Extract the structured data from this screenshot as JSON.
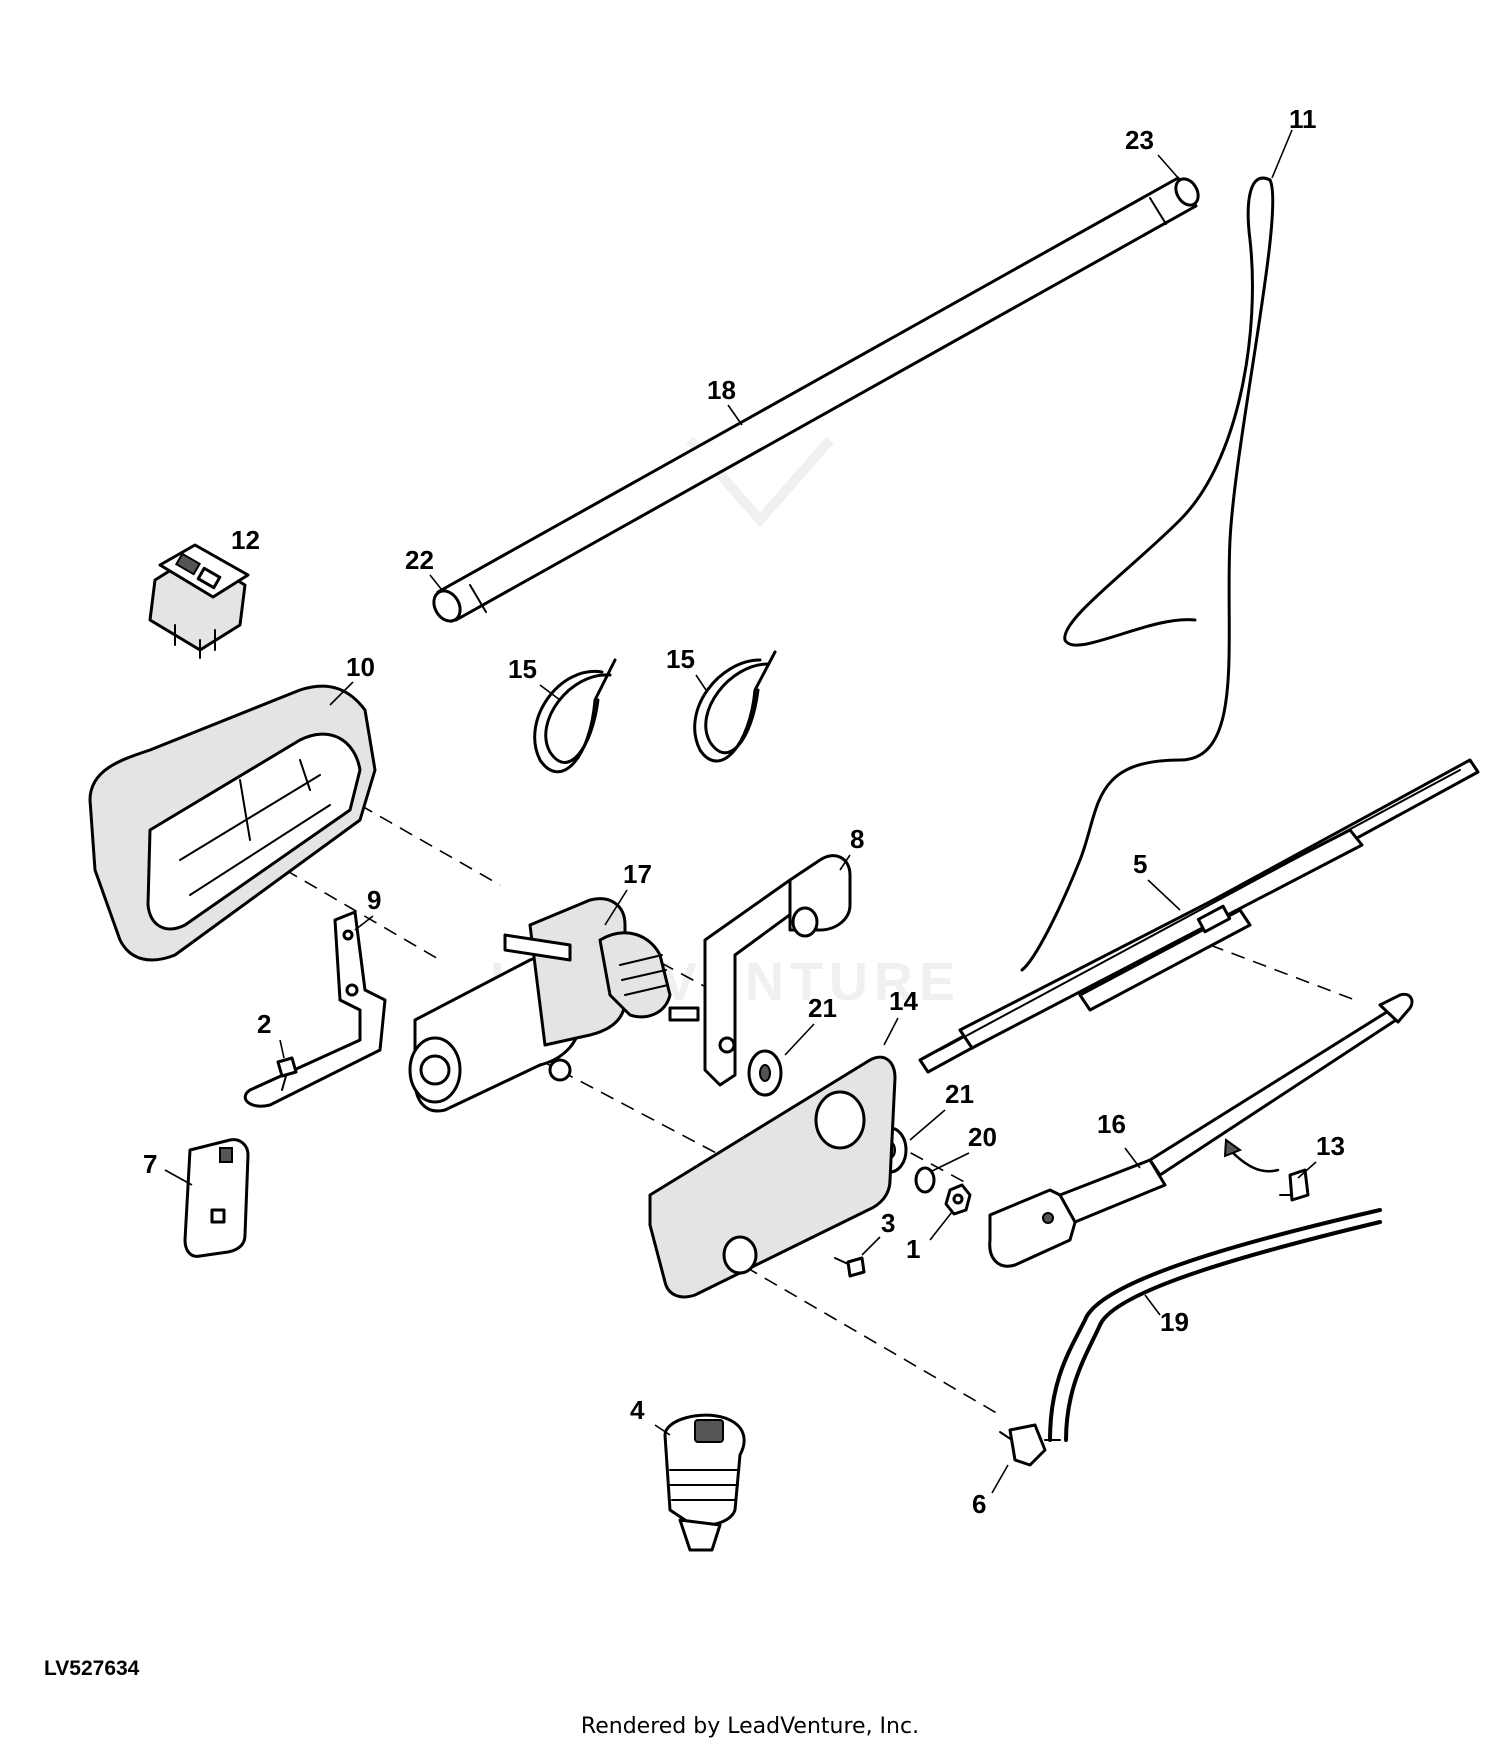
{
  "diagram": {
    "id_code": "LV527634",
    "footer": "Rendered by LeadVenture, Inc.",
    "watermark": "LEADVENTURE",
    "callouts": [
      "23",
      "11",
      "18",
      "12",
      "22",
      "15",
      "15",
      "10",
      "8",
      "9",
      "17",
      "5",
      "21",
      "14",
      "2",
      "21",
      "20",
      "16",
      "13",
      "7",
      "3",
      "1",
      "19",
      "4",
      "6"
    ]
  },
  "colors": {
    "line": "#000000",
    "background": "#ffffff",
    "watermark": "#f0f0f0"
  }
}
